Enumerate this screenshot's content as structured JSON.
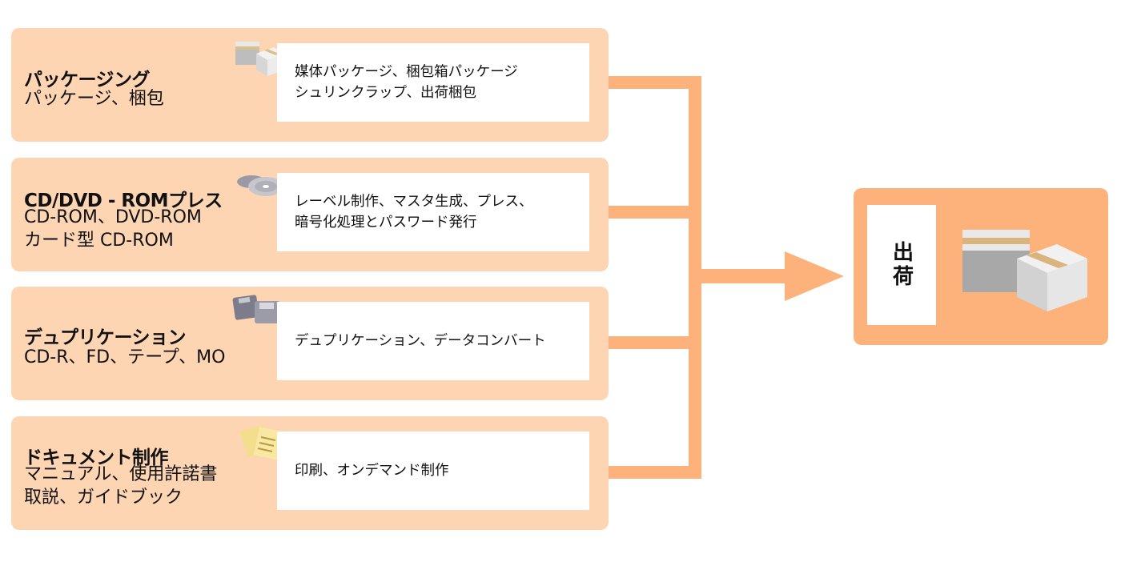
{
  "rows": [
    {
      "title": "パッケージング",
      "sub": [
        "パッケージ、梱包"
      ],
      "desc": [
        "媒体パッケージ、梱包箱パッケージ",
        "シュリンクラップ、出荷梱包"
      ],
      "icon": "package-boxes-icon"
    },
    {
      "title": "CD/DVD - ROMプレス",
      "sub": [
        "CD-ROM、DVD-ROM",
        "カード型 CD-ROM"
      ],
      "desc": [
        "レーベル制作、マスタ生成、プレス、",
        "暗号化処理とパスワード発行"
      ],
      "icon": "disc-icon"
    },
    {
      "title": "デュプリケーション",
      "sub": [
        "CD-R、FD、テープ、MO"
      ],
      "desc": [
        "デュプリケーション、データコンバート"
      ],
      "icon": "cassette-icon"
    },
    {
      "title": "ドキュメント制作",
      "sub": [
        "マニュアル、使用許諾書",
        "取説、ガイドブック"
      ],
      "desc": [
        "印刷、オンデマンド制作"
      ],
      "icon": "documents-icon"
    }
  ],
  "target": {
    "label": "出荷",
    "icon": "shipping-boxes-icon"
  },
  "colors": {
    "row_bg": "#fdd5b3",
    "connector": "#fdb27b",
    "target_bg": "#fdb27b"
  }
}
